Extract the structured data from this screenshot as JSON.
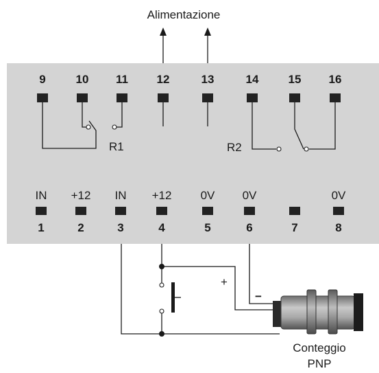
{
  "power_label": "Alimentazione",
  "top_terminals": [
    {
      "number": "9"
    },
    {
      "number": "10"
    },
    {
      "number": "11"
    },
    {
      "number": "12"
    },
    {
      "number": "13"
    },
    {
      "number": "14"
    },
    {
      "number": "15"
    },
    {
      "number": "16"
    }
  ],
  "bottom_terminals": [
    {
      "label": "IN",
      "number": "1"
    },
    {
      "label": "+12",
      "number": "2"
    },
    {
      "label": "IN",
      "number": "3"
    },
    {
      "label": "+12",
      "number": "4"
    },
    {
      "label": "0V",
      "number": "5"
    },
    {
      "label": "0V",
      "number": "6"
    },
    {
      "label": "",
      "number": "7"
    },
    {
      "label": "0V",
      "number": "8"
    }
  ],
  "relays": {
    "r1": "R1",
    "r2": "R2"
  },
  "sensor": {
    "plus": "+",
    "minus": "−",
    "line1": "Conteggio",
    "line2": "PNP"
  },
  "colors": {
    "panel": "#d4d4d4",
    "ink": "#1a1a1a",
    "terminal": "#222222",
    "sensor_body": "#9a9a9a"
  }
}
